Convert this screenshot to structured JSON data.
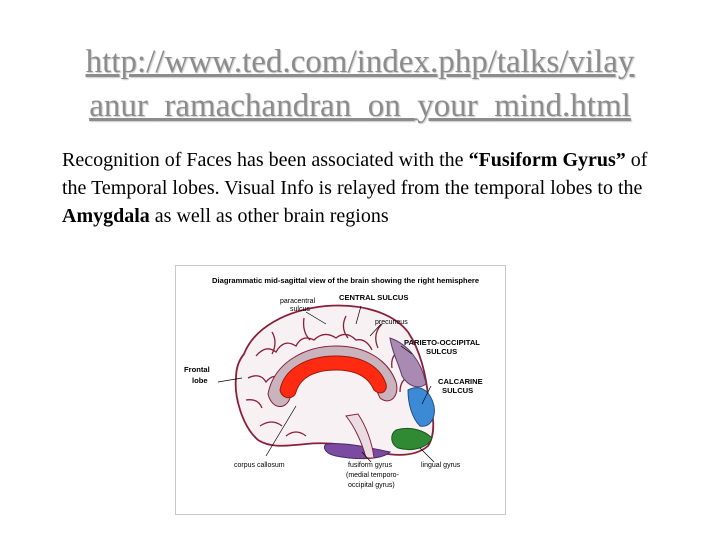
{
  "slide": {
    "title_line1": "http://www.ted.com/index.php/talks/vilay",
    "title_line2": "anur_ramachandran_on_your_mind.html",
    "paragraph": {
      "part1": "Recognition of Faces has been associated with the ",
      "fusiform": "“Fusiform Gyrus”",
      "part2": " of the Temporal lobes. Visual Info is relayed from the temporal lobes to the ",
      "amygdala": "Amygdala",
      "part3": " as well as other brain regions"
    }
  },
  "figure": {
    "caption": "Diagrammatic mid-sagittal view of the brain showing the right hemisphere",
    "labels": {
      "paracentral_1": "paracentral",
      "paracentral_2": "sulcus",
      "central_sulcus": "CENTRAL SULCUS",
      "precuneus": "precuneus",
      "frontal_1": "Frontal",
      "frontal_2": "lobe",
      "parieto_1": "PARIETO-OCCIPITAL",
      "parieto_2": "SULCUS",
      "calcarine_1": "CALCARINE",
      "calcarine_2": "SULCUS",
      "corpus": "corpus callosum",
      "fusiform_1": "fusiform gyrus",
      "fusiform_2": "(medial temporo-",
      "fusiform_3": "occipital gyrus)",
      "lingual": "lingual gyrus"
    },
    "colors": {
      "cortex": "#f7f1f3",
      "cingulate": "#c9b3bd",
      "corpus_callosum": "#ff2a12",
      "precuneus": "#a98ab3",
      "cuneus": "#3c8ad6",
      "occipital_gyri": "#2f8a33",
      "fusiform": "#7a4ba0"
    }
  }
}
